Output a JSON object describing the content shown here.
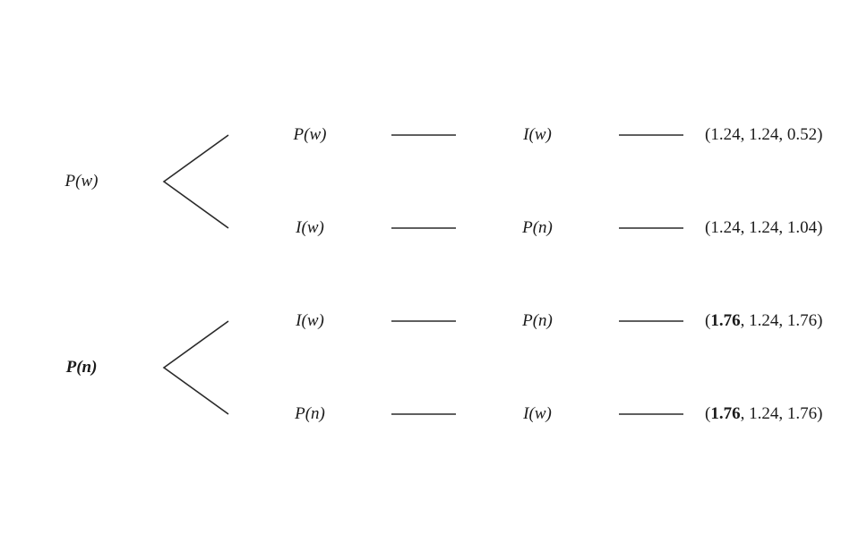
{
  "tree": {
    "groups": [
      {
        "root": {
          "label": "P(w)",
          "bold": false
        },
        "branches": [
          {
            "first": "P(w)",
            "second": "I(w)",
            "payoff": {
              "first": "1.24",
              "first_bold": false,
              "rest": ", 1.24, 0.52)"
            }
          },
          {
            "first": "I(w)",
            "second": "P(n)",
            "payoff": {
              "first": "1.24",
              "first_bold": false,
              "rest": ", 1.24, 1.04)"
            }
          }
        ]
      },
      {
        "root": {
          "label": "P(n)",
          "bold": true
        },
        "branches": [
          {
            "first": "I(w)",
            "second": "P(n)",
            "payoff": {
              "first": "1.76",
              "first_bold": true,
              "rest": ", 1.24, 1.76)"
            }
          },
          {
            "first": "P(n)",
            "second": "I(w)",
            "payoff": {
              "first": "1.76",
              "first_bold": true,
              "rest": ", 1.24, 1.76)"
            }
          }
        ]
      }
    ]
  }
}
